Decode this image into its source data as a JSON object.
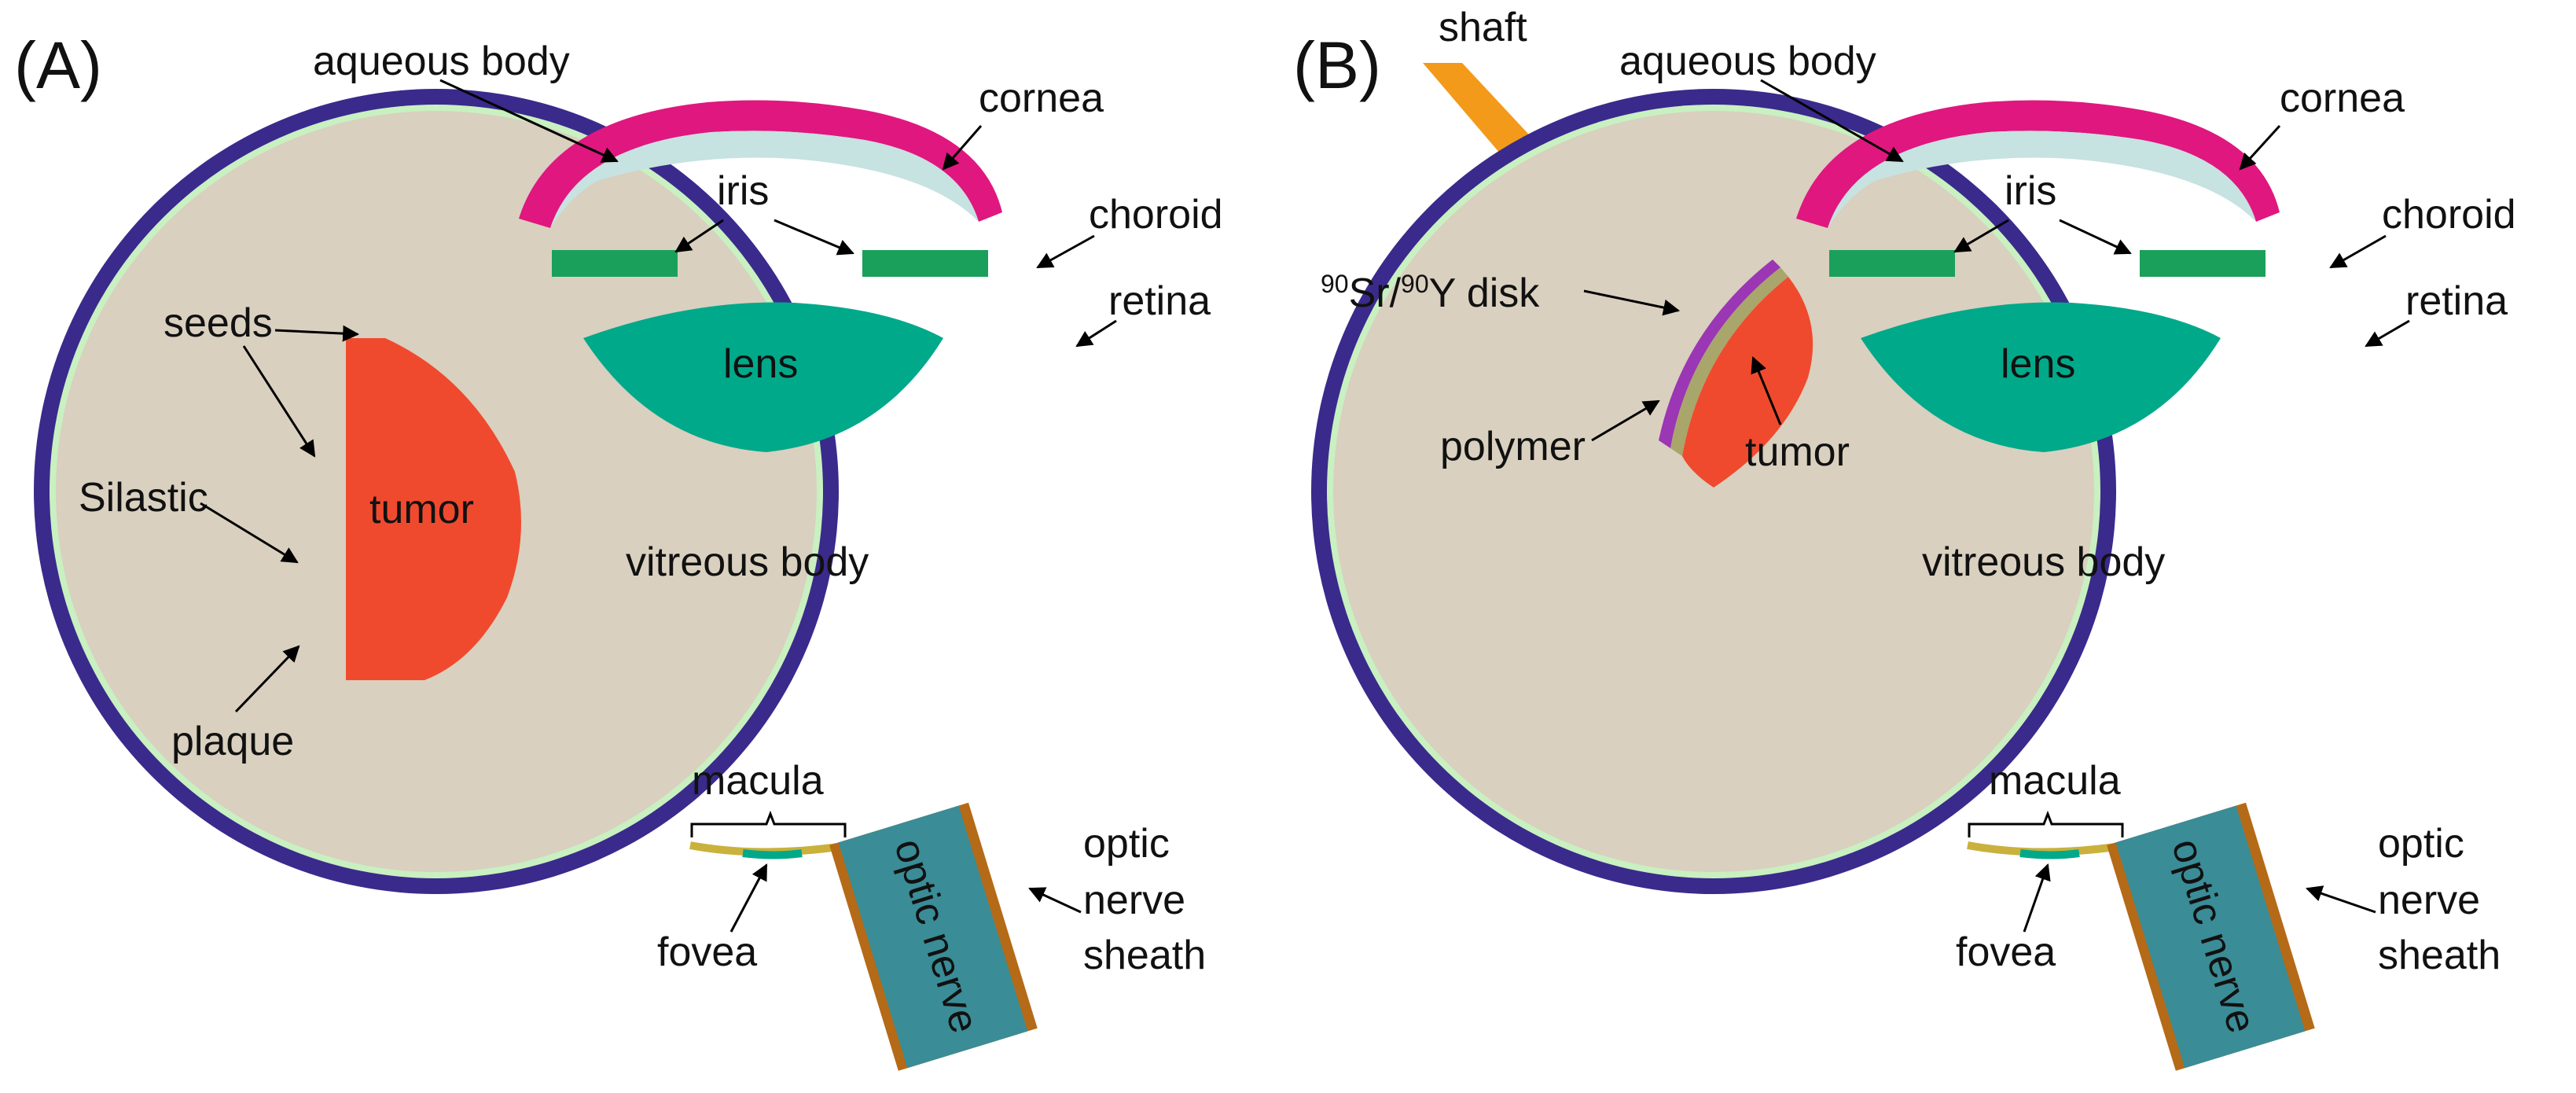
{
  "colors": {
    "vitreous": "#d9d0bf",
    "aqueous": "#c6e2e1",
    "cornea": "#e0177f",
    "sclera": "#3a2a8c",
    "retina_line": "#c9f0c0",
    "tumor": "#f04a2e",
    "lens": "#00a98a",
    "iris": "#1aa05a",
    "silastic": "#9b36b4",
    "plaque": "#f39a1a",
    "seeds": "#f6e21c",
    "optic_nerve": "#3a8c96",
    "sheath": "#b56a17",
    "macula": "#c9b13c",
    "fovea": "#00a98a",
    "shaft": "#f39a1a",
    "disk": "#a9a66b"
  },
  "panels": [
    {
      "id": "A",
      "panel_label": "(A)",
      "labels": {
        "aqueous_body": "aqueous body",
        "cornea": "cornea",
        "iris": "iris",
        "choroid": "choroid",
        "retina": "retina",
        "lens": "lens",
        "tumor": "tumor",
        "vitreous_body": "vitreous body",
        "seeds": "seeds",
        "silastic": "Silastic",
        "plaque": "plaque",
        "macula": "macula",
        "fovea": "fovea",
        "optic_nerve": "optic nerve",
        "optic": "optic",
        "nerve": "nerve",
        "sheath": "sheath"
      }
    },
    {
      "id": "B",
      "panel_label": "(B)",
      "labels": {
        "shaft": "shaft",
        "aqueous_body": "aqueous body",
        "cornea": "cornea",
        "iris": "iris",
        "choroid": "choroid",
        "retina": "retina",
        "disk_sup1": "90",
        "disk_t1": "Sr/",
        "disk_sup2": "90",
        "disk_t2": "Y disk",
        "lens": "lens",
        "polymer": "polymer",
        "tumor": "tumor",
        "vitreous_body": "vitreous body",
        "macula": "macula",
        "fovea": "fovea",
        "optic_nerve": "optic nerve",
        "optic": "optic",
        "nerve": "nerve",
        "sheath": "sheath"
      }
    }
  ]
}
